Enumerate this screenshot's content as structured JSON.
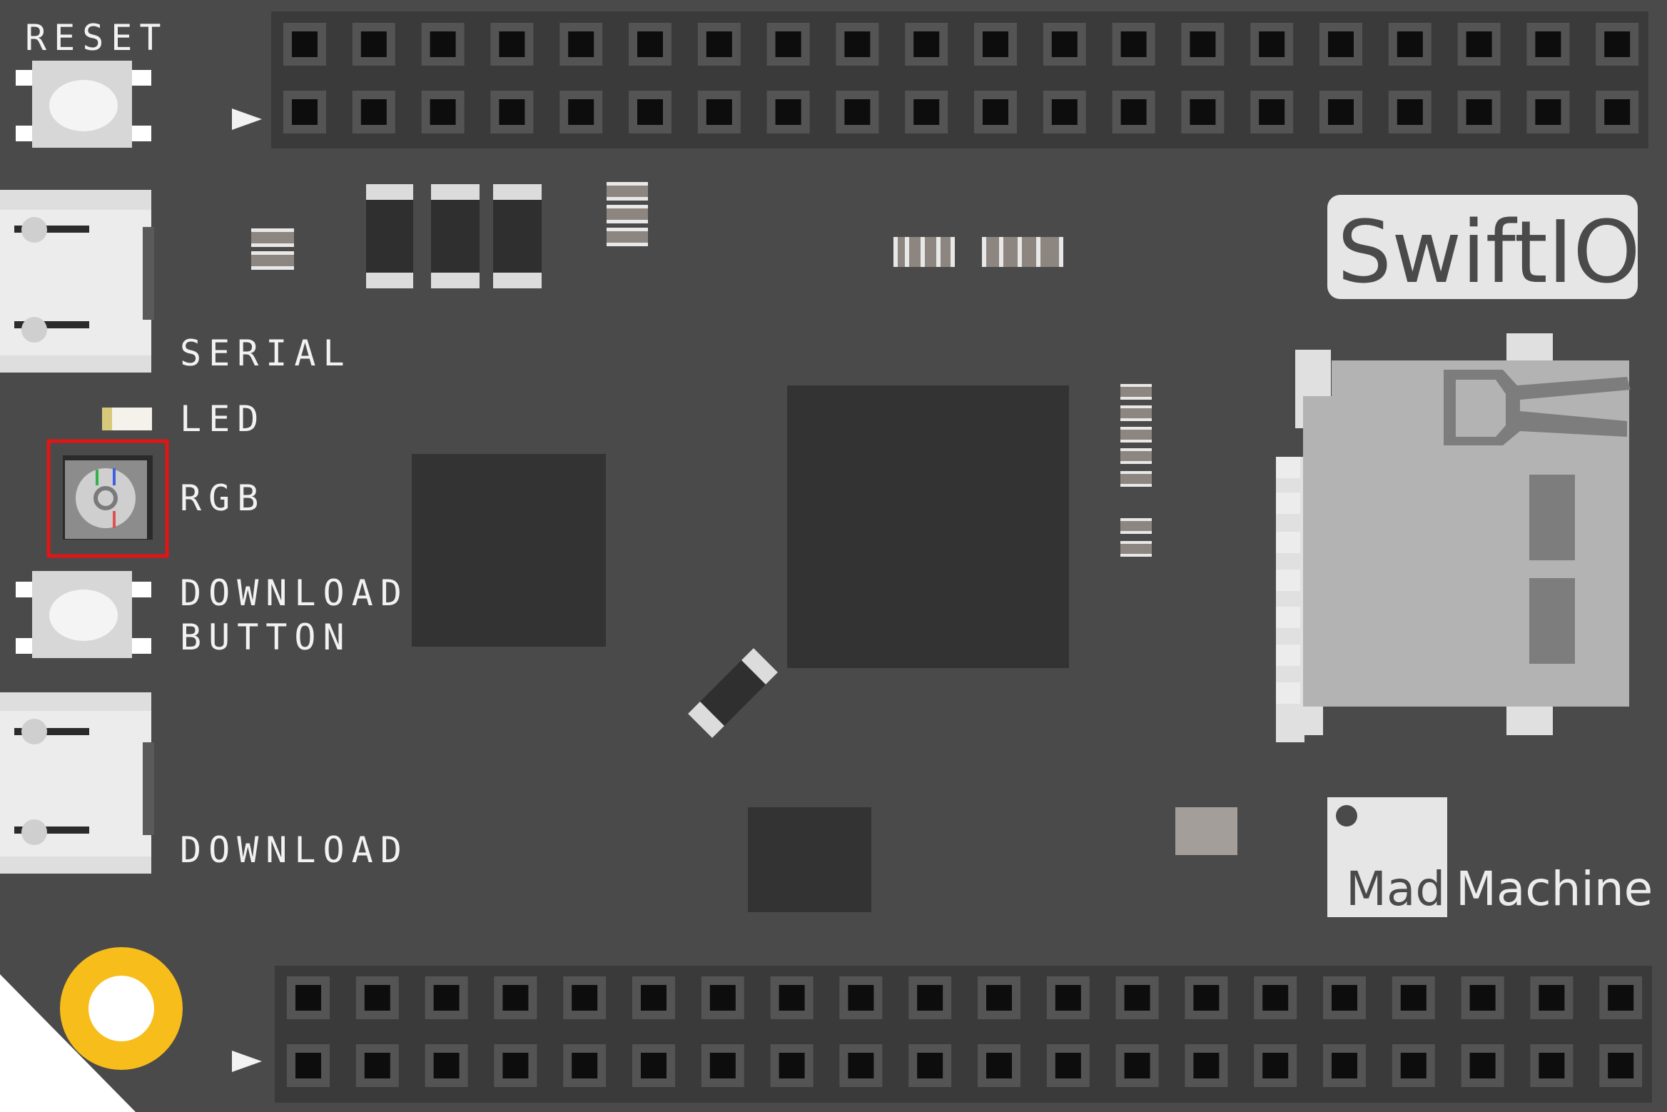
{
  "board": {
    "name": "SwiftIO",
    "maker": {
      "word1": "Mad",
      "word2": "Machine"
    },
    "colors": {
      "pcb": "#4a4a4a",
      "chip": "#333333",
      "header": "#3a3a3a",
      "component": "#d9d9d9",
      "mount_hole": "#f7bd1a",
      "highlight": "#e01616"
    }
  },
  "labels": {
    "reset": "RESET",
    "serial": "SERIAL",
    "led": "LED",
    "rgb": "RGB",
    "download_button_line1": "DOWNLOAD",
    "download_button_line2": "BUTTON",
    "download": "DOWNLOAD"
  },
  "highlight": {
    "target": "RGB"
  },
  "icons": {
    "pin_marker": "triangle-right",
    "mount_hole": "ring"
  }
}
